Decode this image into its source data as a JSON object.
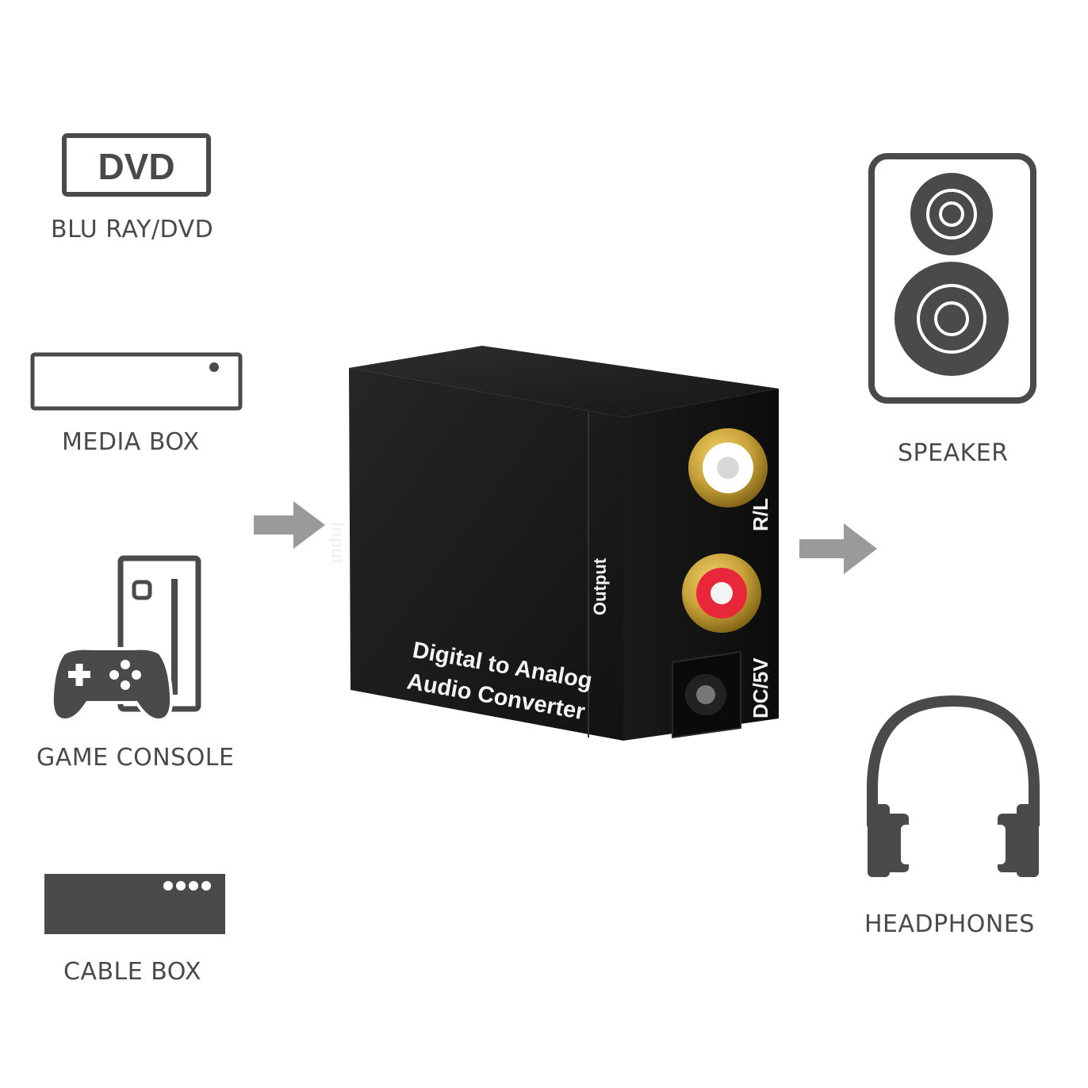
{
  "sources": [
    {
      "id": "dvd",
      "label": "BLU RAY/DVD",
      "icon": "dvd-icon",
      "icon_text": "DVD"
    },
    {
      "id": "media-box",
      "label": "MEDIA BOX",
      "icon": "media-box-icon"
    },
    {
      "id": "game-console",
      "label": "GAME CONSOLE",
      "icon": "game-console-icon"
    },
    {
      "id": "cable-box",
      "label": "CABLE BOX",
      "icon": "cable-box-icon"
    }
  ],
  "outputs": [
    {
      "id": "speaker",
      "label": "SPEAKER",
      "icon": "speaker-icon"
    },
    {
      "id": "headphones",
      "label": "HEADPHONES",
      "icon": "headphones-icon"
    }
  ],
  "device": {
    "name_line1": "Digital to Analog",
    "name_line2": "Audio Converter",
    "input_label": "Input",
    "output_label": "Output",
    "rca_label": "R/L",
    "power_label": "DC/5V"
  },
  "colors": {
    "icon": "#4a4a4a",
    "arrow": "#9a9a9a",
    "device_body": "#1b1b1b",
    "gold": "#c8a23a",
    "rca_white": "#f4f4f4",
    "rca_red": "#e8283a"
  }
}
